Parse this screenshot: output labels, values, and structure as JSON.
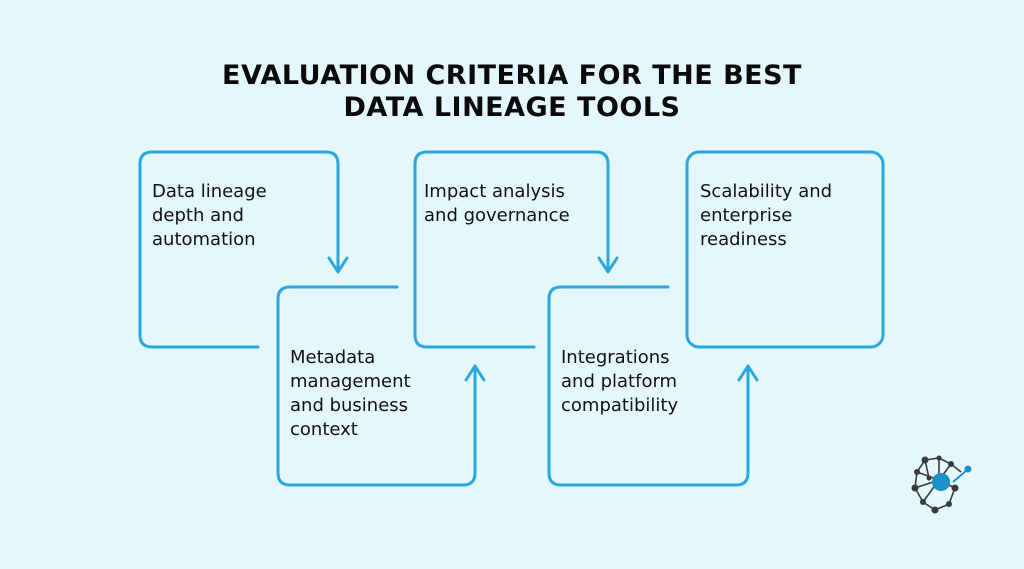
{
  "title": {
    "line1": "EVALUATION CRITERIA FOR THE BEST",
    "line2": "DATA LINEAGE TOOLS"
  },
  "criteria": [
    {
      "lines": [
        "Data lineage",
        "depth and",
        "automation"
      ]
    },
    {
      "lines": [
        "Metadata",
        "management",
        "and business",
        "context"
      ]
    },
    {
      "lines": [
        "Impact analysis",
        "and governance"
      ]
    },
    {
      "lines": [
        "Integrations",
        "and platform",
        "compatibility"
      ]
    },
    {
      "lines": [
        "Scalability and",
        "enterprise",
        "readiness"
      ]
    }
  ],
  "colors": {
    "background": "#e4f7fd",
    "stroke": "#2aa7df",
    "title": "#0a0a0a"
  },
  "logo": {
    "icon": "network-node-logo"
  }
}
